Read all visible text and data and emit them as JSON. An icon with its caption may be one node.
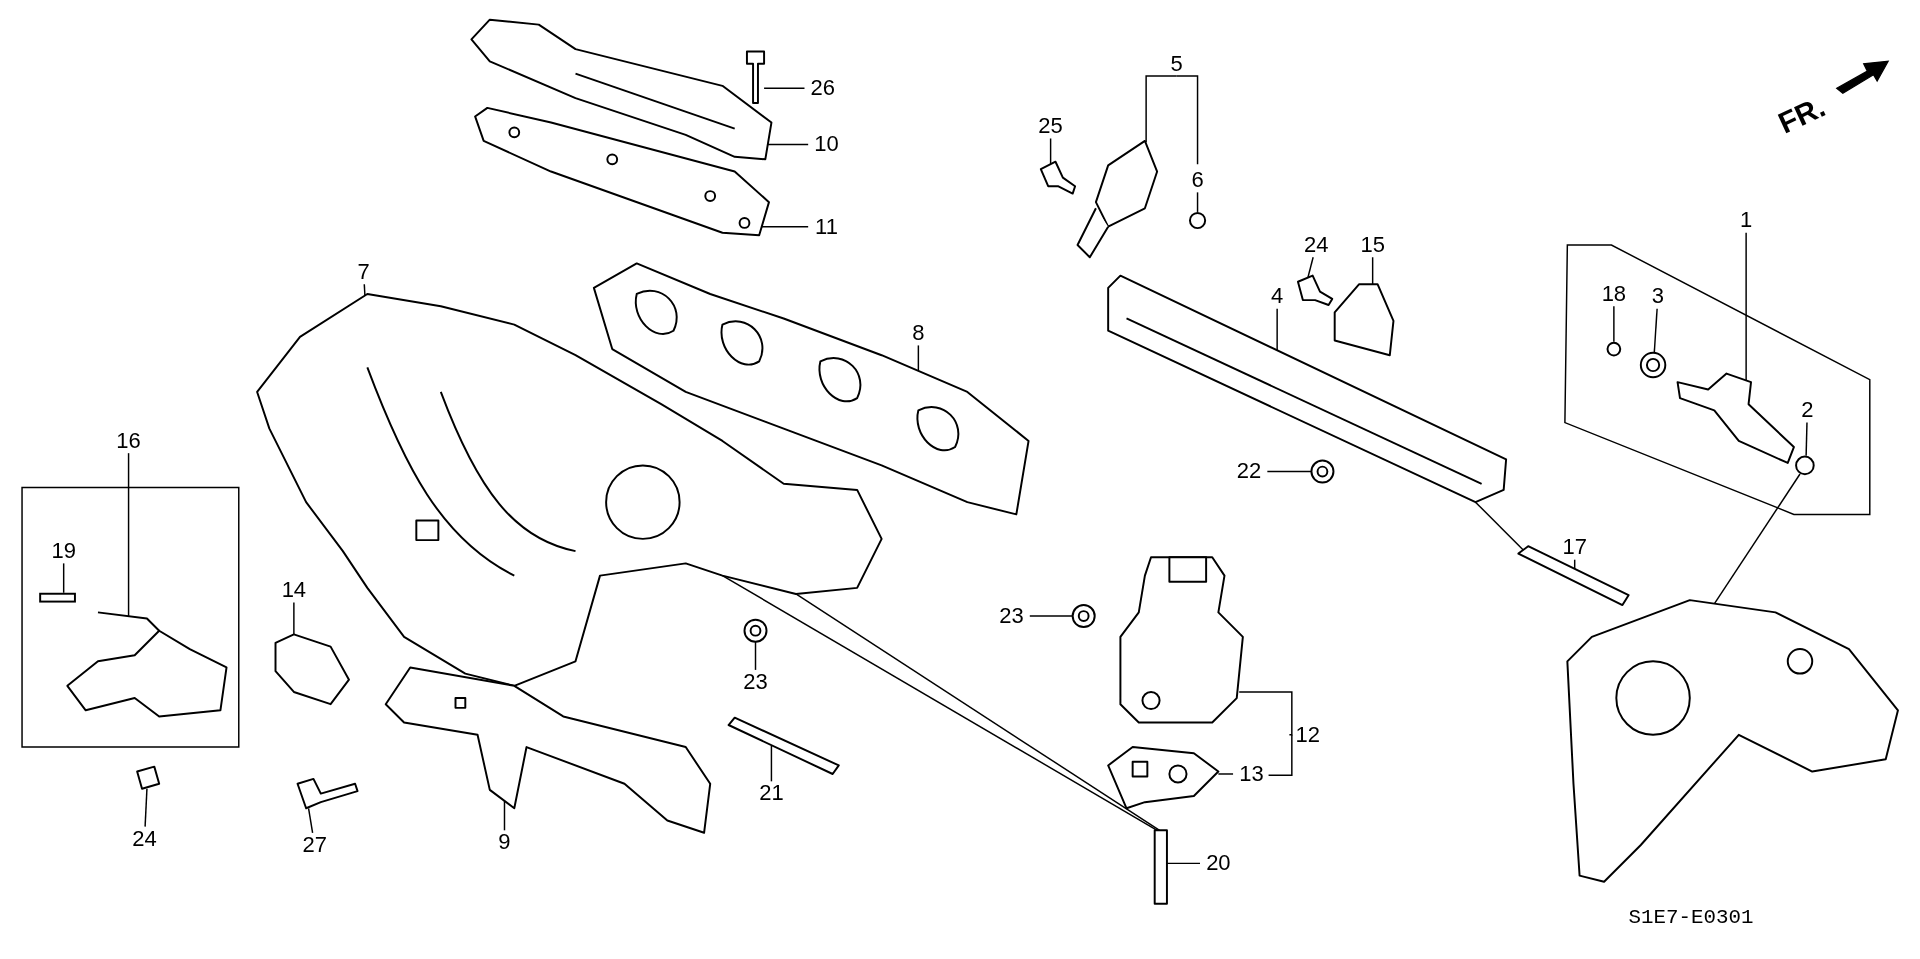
{
  "diagram": {
    "nodes": [
      {
        "text": [
          "26"
        ]
      },
      {
        "text": [
          "5"
        ]
      },
      {
        "text": [
          "25"
        ]
      },
      {
        "text": [
          "10"
        ]
      },
      {
        "text": [
          "6"
        ]
      },
      {
        "text": [
          "11"
        ]
      },
      {
        "text": [
          "24"
        ]
      },
      {
        "text": [
          "15"
        ]
      },
      {
        "text": [
          "1"
        ]
      },
      {
        "text": [
          "18"
        ]
      },
      {
        "text": [
          "3"
        ]
      },
      {
        "text": [
          "7"
        ]
      },
      {
        "text": [
          "4"
        ]
      },
      {
        "text": [
          "8"
        ]
      },
      {
        "text": [
          "2"
        ]
      },
      {
        "text": [
          "16"
        ]
      },
      {
        "text": [
          "22"
        ]
      },
      {
        "text": [
          "17"
        ]
      },
      {
        "text": [
          "19"
        ]
      },
      {
        "text": [
          "14"
        ]
      },
      {
        "text": [
          "23"
        ]
      },
      {
        "text": [
          "23"
        ]
      },
      {
        "text": [
          "12"
        ]
      },
      {
        "text": [
          "13"
        ]
      },
      {
        "text": [
          "24"
        ]
      },
      {
        "text": [
          "27"
        ]
      },
      {
        "text": [
          "9"
        ]
      },
      {
        "text": [
          "21"
        ]
      },
      {
        "text": [
          "20"
        ]
      },
      {
        "text": [],
        "shape": "picture"
      },
      {
        "text": [],
        "shape": "picture"
      },
      {
        "text": [],
        "shape": "picture"
      },
      {
        "text": [],
        "shape": "picture"
      },
      {
        "text": [],
        "shape": "circle"
      },
      {
        "text": [],
        "shape": "picture"
      },
      {
        "text": [],
        "shape": "picture"
      },
      {
        "text": [],
        "shape": "picture"
      },
      {
        "text": [],
        "shape": "picture"
      },
      {
        "text": [],
        "shape": "picture"
      },
      {
        "text": [],
        "shape": "circle"
      },
      {
        "text": [],
        "shape": "picture"
      },
      {
        "text": [],
        "shape": "circle"
      },
      {
        "text": [],
        "shape": "picture"
      },
      {
        "text": [],
        "shape": "picture"
      },
      {
        "text": [],
        "shape": "picture"
      },
      {
        "text": [],
        "shape": "picture"
      },
      {
        "text": [],
        "shape": "picture"
      },
      {
        "text": [],
        "shape": "box"
      },
      {
        "text": [],
        "shape": "picture"
      },
      {
        "text": [],
        "shape": "picture"
      },
      {
        "text": [],
        "shape": "picture"
      },
      {
        "text": [],
        "shape": "picture"
      },
      {
        "text": [],
        "shape": "picture"
      },
      {
        "text": [],
        "shape": "picture"
      },
      {
        "text": [],
        "shape": "picture"
      },
      {
        "text": [],
        "shape": "picture"
      },
      {
        "text": [],
        "shape": "picture"
      },
      {
        "text": [],
        "shape": "picture"
      },
      {
        "text": [],
        "shape": "picture"
      }
    ],
    "edges": [
      {
        "from": 0,
        "to": 29,
        "arrow": "none"
      },
      {
        "from": 1,
        "to": 32,
        "arrow": "none"
      },
      {
        "from": 2,
        "to": 34,
        "arrow": "none"
      },
      {
        "from": 3,
        "to": 30,
        "arrow": "none"
      },
      {
        "from": 4,
        "to": 33,
        "arrow": "none"
      },
      {
        "from": 5,
        "to": 31,
        "arrow": "none"
      },
      {
        "from": 6,
        "to": 35,
        "arrow": "none"
      },
      {
        "from": 7,
        "to": 36,
        "arrow": "none"
      },
      {
        "from": 8,
        "to": 38,
        "arrow": "none"
      },
      {
        "from": 9,
        "to": 39,
        "arrow": "none"
      },
      {
        "from": 10,
        "to": 40,
        "arrow": "none"
      },
      {
        "from": 11,
        "to": 42,
        "arrow": "none"
      },
      {
        "from": 12,
        "to": 37,
        "arrow": "none"
      },
      {
        "from": 13,
        "to": 43,
        "arrow": "none"
      },
      {
        "from": 14,
        "to": 41,
        "arrow": "none"
      },
      {
        "from": 15,
        "to": 46,
        "arrow": "none"
      },
      {
        "from": 16,
        "to": 44,
        "arrow": "none"
      },
      {
        "from": 17,
        "to": 45,
        "arrow": "none"
      },
      {
        "from": 18,
        "to": 47,
        "arrow": "none"
      },
      {
        "from": 19,
        "to": 48,
        "arrow": "none"
      },
      {
        "from": 20,
        "to": 49,
        "arrow": "none"
      },
      {
        "from": 21,
        "to": 50,
        "arrow": "none"
      },
      {
        "from": 22,
        "to": 51,
        "arrow": "none"
      },
      {
        "from": 23,
        "to": 52,
        "arrow": "none"
      },
      {
        "from": 24,
        "to": 53,
        "arrow": "none"
      },
      {
        "from": 25,
        "to": 54,
        "arrow": "none"
      },
      {
        "from": 26,
        "to": 55,
        "arrow": "none"
      },
      {
        "from": 27,
        "to": 56,
        "arrow": "none"
      },
      {
        "from": 28,
        "to": 57,
        "arrow": "none"
      },
      {
        "from": 42,
        "to": 57,
        "arrow": "none"
      },
      {
        "from": 42,
        "to": 57,
        "arrow": "none"
      },
      {
        "from": 37,
        "to": 45,
        "arrow": "none"
      },
      {
        "from": 41,
        "to": 58,
        "arrow": "none"
      }
    ],
    "labels": [
      "FR.",
      "S1E7-E0301"
    ]
  }
}
